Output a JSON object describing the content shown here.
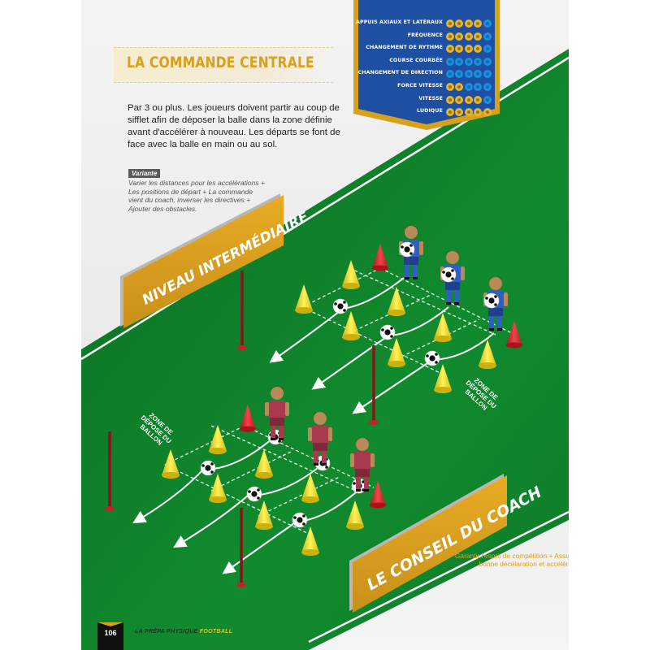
{
  "page": {
    "title": "LA COMMANDE CENTRALE",
    "description": "Par 3 ou plus. Les joueurs doivent partir au coup de sifflet afin de déposer la balle dans la zone définie avant d'accélérer à nouveau. Les départs se font de face avec la balle en main ou au sol.",
    "variante": {
      "label": "Variante",
      "text": "Varier les distances pour les accélérations + Les positions de départ + La commande vient du coach, inverser les directives + Ajouter des obstacles."
    },
    "level_sign": "NIVEAU INTERMÉDIAIRE",
    "coach_sign": "LE CONSEIL DU COACH",
    "coach_advice": "Garantir l'esprit de compétition + Assurer la bonne décélaration et accélération.",
    "zone_label_1": "ZONE DE DÉPOSE DU BALLON",
    "zone_label_2": "ZONE DE DÉPOSE DU BALLON",
    "footer": {
      "page_number": "106",
      "book_title": "LA PRÉPA PHYSIQUE",
      "book_title_accent": "FOOTBALL"
    }
  },
  "ratings": {
    "max": 5,
    "colors": {
      "on": "#e6b430",
      "off": "#1a8fe0",
      "banner": "#1f4fa0",
      "border": "#d6a21c"
    },
    "items": [
      {
        "label": "APPUIS AXIAUX ET LATÉRAUX",
        "value": 4
      },
      {
        "label": "FRÉQUENCE",
        "value": 4
      },
      {
        "label": "CHANGEMENT DE RYTHME",
        "value": 4
      },
      {
        "label": "COURSE COURBÉE",
        "value": 0
      },
      {
        "label": "CHANGEMENT DE DIRECTION",
        "value": 0
      },
      {
        "label": "FORCE VITESSE",
        "value": 2
      },
      {
        "label": "VITESSE",
        "value": 4
      },
      {
        "label": "LUDIQUE",
        "value": 5
      }
    ]
  },
  "colors": {
    "field": "#118a2e",
    "field_dark": "#0b6a22",
    "accent_gold": "#d6a21c",
    "team_blue": "#2f5fbf",
    "team_red": "#a8394f",
    "cone_yellow": "#f0d81a",
    "cone_red": "#d8222a"
  }
}
